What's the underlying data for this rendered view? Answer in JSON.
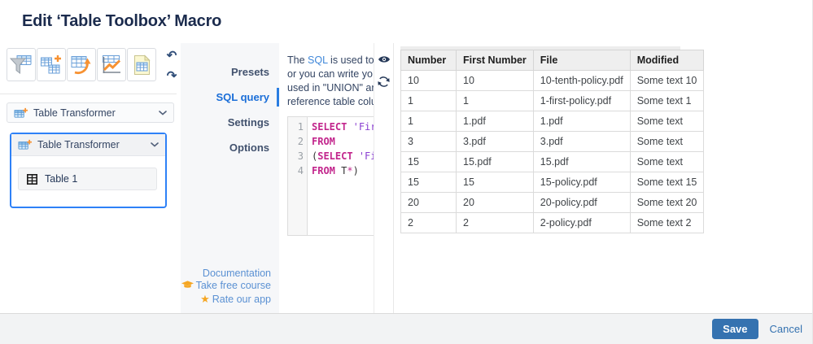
{
  "header": {
    "title": "Edit ‘Table Toolbox’ Macro"
  },
  "toolbar": {
    "buttons": [
      {
        "name": "table-filter",
        "icon": "table-filter-icon"
      },
      {
        "name": "table-merger",
        "icon": "table-merger-icon"
      },
      {
        "name": "table-transformer",
        "icon": "table-transformer-icon"
      },
      {
        "name": "chart-from-table",
        "icon": "chart-from-table-icon"
      },
      {
        "name": "table-excerpt",
        "icon": "table-excerpt-icon"
      }
    ],
    "undo_icon": "↶",
    "redo_icon": "↷"
  },
  "source_tree": {
    "outer_dropdown_label": "Table Transformer",
    "nested_dropdown_label": "Table Transformer",
    "table_item_label": "Table 1"
  },
  "nav": {
    "items": [
      {
        "label": "Presets",
        "active": false
      },
      {
        "label": "SQL query",
        "active": true
      },
      {
        "label": "Settings",
        "active": false
      },
      {
        "label": "Options",
        "active": false
      }
    ],
    "links": [
      {
        "label": "Documentation",
        "icon": ""
      },
      {
        "label": "Take free course",
        "icon": "graduation-cap-icon"
      },
      {
        "label": "Rate our app",
        "icon": "star-icon"
      }
    ]
  },
  "sql_panel": {
    "description": {
      "line1_pre": "The ",
      "line1_link": "SQL",
      "line1_post": " is used to ",
      "line2": "or you can write yo",
      "line3": "used in \"UNION\" ar",
      "line4": "reference table colu"
    },
    "editor_lines": [
      {
        "num": "1",
        "tokens": [
          {
            "type": "kw",
            "text": "SELECT"
          },
          {
            "type": "plain",
            "text": " "
          },
          {
            "type": "str",
            "text": "'Fir"
          }
        ]
      },
      {
        "num": "2",
        "tokens": [
          {
            "type": "kw",
            "text": "FROM"
          }
        ]
      },
      {
        "num": "3",
        "tokens": [
          {
            "type": "plain",
            "text": "("
          },
          {
            "type": "kw",
            "text": "SELECT"
          },
          {
            "type": "plain",
            "text": " "
          },
          {
            "type": "str",
            "text": "'Fi"
          }
        ]
      },
      {
        "num": "4",
        "tokens": [
          {
            "type": "kw",
            "text": "FROM"
          },
          {
            "type": "plain",
            "text": " T"
          },
          {
            "type": "op",
            "text": "*"
          },
          {
            "type": "plain",
            "text": ")"
          }
        ]
      }
    ]
  },
  "preview": {
    "icons": [
      "eye-icon",
      "refresh-icon"
    ],
    "table": {
      "columns": [
        "Number",
        "First Number",
        "File",
        "Modified"
      ],
      "rows": [
        [
          "10",
          "10",
          "10-tenth-policy.pdf",
          "Some text 10"
        ],
        [
          "1",
          "1",
          "1-first-policy.pdf",
          "Some text 1"
        ],
        [
          "1",
          "1.pdf",
          "1.pdf",
          "Some text"
        ],
        [
          "3",
          "3.pdf",
          "3.pdf",
          "Some text"
        ],
        [
          "15",
          "15.pdf",
          "15.pdf",
          "Some text"
        ],
        [
          "15",
          "15",
          "15-policy.pdf",
          "Some text 15"
        ],
        [
          "20",
          "20",
          "20-policy.pdf",
          "Some text 20"
        ],
        [
          "2",
          "2",
          "2-policy.pdf",
          "Some text 2"
        ]
      ]
    }
  },
  "footer": {
    "save_label": "Save",
    "cancel_label": "Cancel"
  },
  "colors": {
    "title": "#1b2b4d",
    "accent_orange": "#f79232",
    "active_nav_blue": "#1a6ed8",
    "selection_border_blue": "#2e81f7",
    "save_button_blue": "#3572b0",
    "link_blue": "#3f87d9",
    "code_keyword": "#c2258c",
    "code_string": "#8a3fd1"
  }
}
